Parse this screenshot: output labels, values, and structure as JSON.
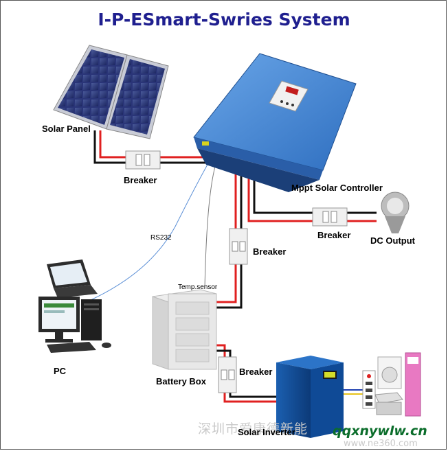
{
  "title": "I-P-ESmart-Swries System",
  "labels": {
    "solar_panel": "Solar Panel",
    "breaker_top": "Breaker",
    "controller": "Mppt Solar Controller",
    "breaker_dc": "Breaker",
    "dc_output": "DC Output",
    "breaker_mid": "Breaker",
    "rs232": "RS232",
    "temp_sensor": "Temp.sensor",
    "pc": "PC",
    "battery_box": "Battery Box",
    "breaker_bottom": "Breaker",
    "solar_inverter": "Solar Inverter"
  },
  "watermark": {
    "chinese": "深圳市爱康德新能",
    "url": "qqxnywlw.cn",
    "url_faint": "www.ne360.com"
  },
  "colors": {
    "title": "#1f1f8f",
    "wire_positive": "#e02020",
    "wire_negative": "#111111",
    "signal_wire": "#5b8fd6",
    "controller_body": "#3f7fd0",
    "watermark_url": "#0b6d2b"
  },
  "icons": [
    "solar-panel-icon",
    "breaker-icon",
    "controller-icon",
    "led-bulb-icon",
    "pc-icon",
    "laptop-icon",
    "battery-box-icon",
    "inverter-icon",
    "power-strip-icon",
    "washing-machine-icon",
    "air-conditioner-icon",
    "printer-icon"
  ]
}
